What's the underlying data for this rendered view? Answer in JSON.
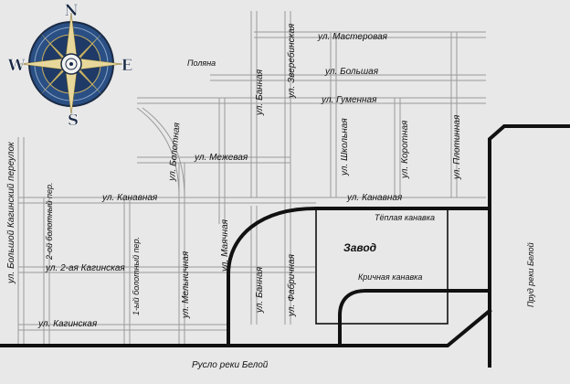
{
  "compass": {
    "north": "N",
    "east": "E",
    "south": "S",
    "west": "W",
    "icon": "compass-rose-icon"
  },
  "labels": {
    "masterovaya": "ул. Мастеровая",
    "bolshaya": "ул. Большая",
    "gumennaya": "ул. Гуменная",
    "polyana": "Поляна",
    "mezhevaya": "ул. Межевая",
    "kanavnaya_left": "ул. Канавная",
    "kanavnaya_right": "ул. Канавная",
    "teplaya_kanavka": "Тёплая канавка",
    "zavod": "Завод",
    "krichnaya_kanavka": "Кричная канавка",
    "vtoraya_kaginskaya": "ул. 2-ая Кагинская",
    "kaginskaya": "ул. Кагинская",
    "ruslo": "Русло реки  Белой",
    "bannaya_top": "ул. Банная",
    "zverebinskaya": "ул. Зверебинская",
    "bolotnaya": "ул. Болотная",
    "shkolnaya": "ул. Школьная",
    "korotnaya": "ул. Коротная",
    "plotinnaya": "ул. Плотинная",
    "bolshoy_kaginsky": "ул. Большой Кагинский переулок",
    "vtoroy_bolotny": "2-ой болотный пер.",
    "perviy_bolotny": "1-ый болотный пер.",
    "melnichnaya": "ул. Мельничная",
    "mayachnaya": "ул. Маячная",
    "bannaya_bottom": "ул. Банная",
    "fabrichnaya": "ул. Фабричная",
    "prud": "Пруд реки Белой"
  }
}
